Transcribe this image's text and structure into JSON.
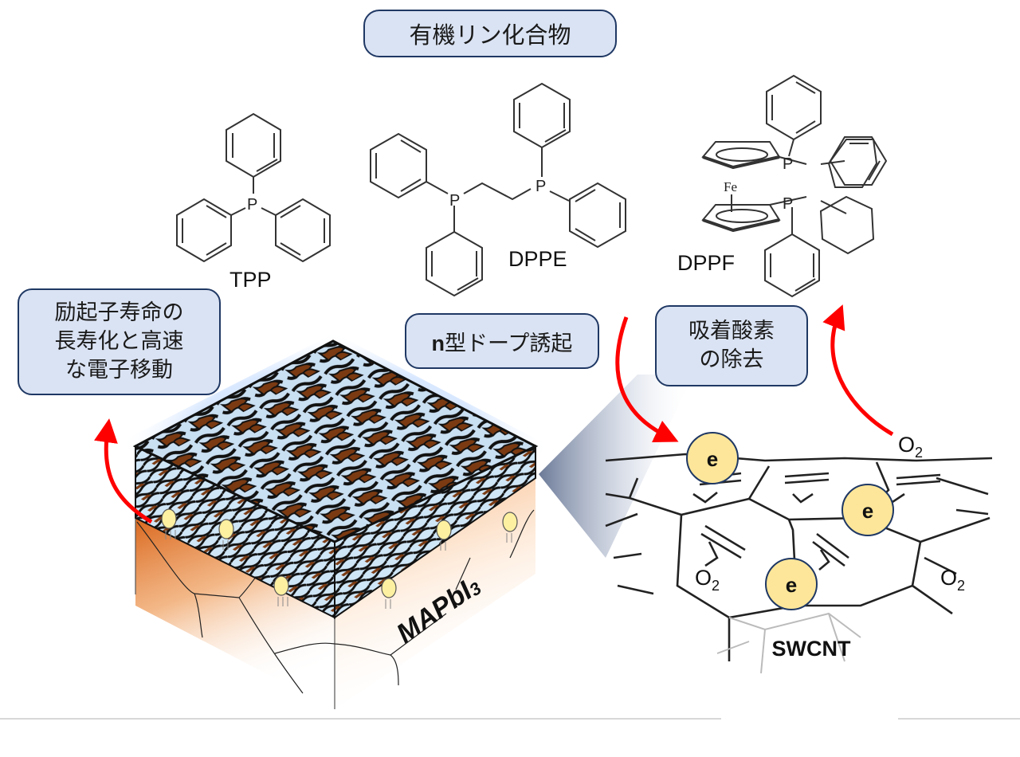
{
  "title": "有機リン化合物",
  "compounds": [
    {
      "name": "TPP",
      "atoms": [
        "P"
      ]
    },
    {
      "name": "DPPE",
      "atoms": [
        "P",
        "P"
      ]
    },
    {
      "name": "DPPF",
      "atoms": [
        "P",
        "P",
        "Fe"
      ]
    }
  ],
  "callouts": {
    "exciton": [
      "励起子寿命の",
      "長寿化と高速",
      "な電子移動"
    ],
    "ndoping_bold": "n",
    "ndoping_rest": "型ドープ誘起",
    "oxygen": [
      "吸着酸素",
      "の除去"
    ]
  },
  "film": {
    "label_main": "MAPbI",
    "label_sub": "3"
  },
  "swcnt": {
    "label": "SWCNT",
    "electron_symbol": "e",
    "oxygen_main": "O",
    "oxygen_sub": "2"
  },
  "colors": {
    "box_fill": "#dae3f3",
    "box_border": "#1f3864",
    "arrow": "#ff0000",
    "electron_fill": "#fde699",
    "cnt_brown": "#7b3a12",
    "cnt_light": "#cfe6f7",
    "perovskite_orange": "#e07a2e"
  }
}
